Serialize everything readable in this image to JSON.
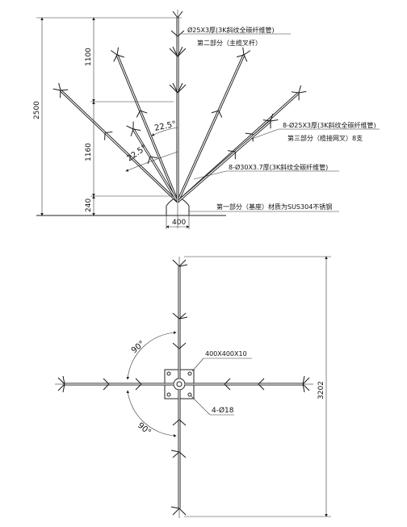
{
  "elevation": {
    "total_height": "2500",
    "segment_top": "1100",
    "segment_mid": "1160",
    "segment_bottom": "240",
    "base_width": "400",
    "angle_1": "22.5°",
    "angle_2": "22.5°",
    "callout_top_line1": "Ø25X3厚(3K斜纹全碳纤维管)",
    "callout_top_line2": "第二部分（主榄叉杆）",
    "callout_right_line1": "8-Ø25X3厚(3K斜纹全碳纤维管)",
    "callout_right_line2": "第三部分（榄接网叉）8支",
    "callout_mid": "8-Ø30X3.7厚(3K斜纹全碳纤维管)",
    "callout_base": "第一部分（基座）材质为SUS304不锈钢"
  },
  "plan": {
    "angle_upper": "90°",
    "angle_lower": "90°",
    "plate_label": "400X400X10",
    "hole_label": "4-Ø18",
    "overall_dimension": "3202"
  }
}
